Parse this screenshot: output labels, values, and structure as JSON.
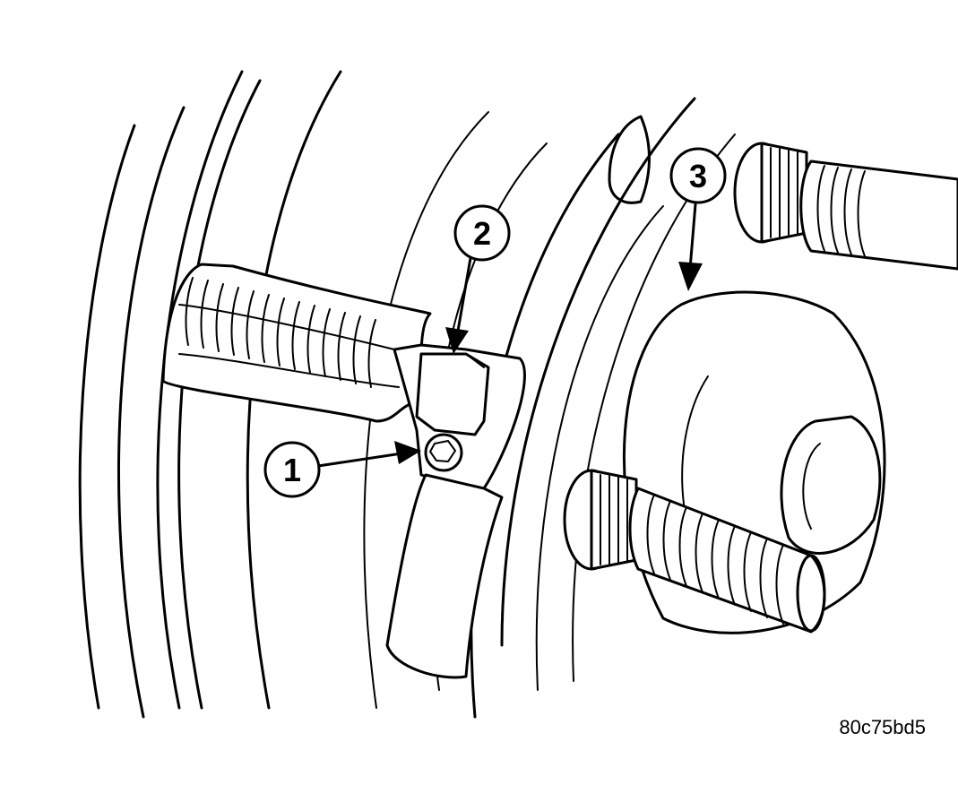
{
  "callouts": [
    {
      "label": "1",
      "name": "callout-1"
    },
    {
      "label": "2",
      "name": "callout-2"
    },
    {
      "label": "3",
      "name": "callout-3"
    }
  ],
  "image_code": "80c75bd5"
}
